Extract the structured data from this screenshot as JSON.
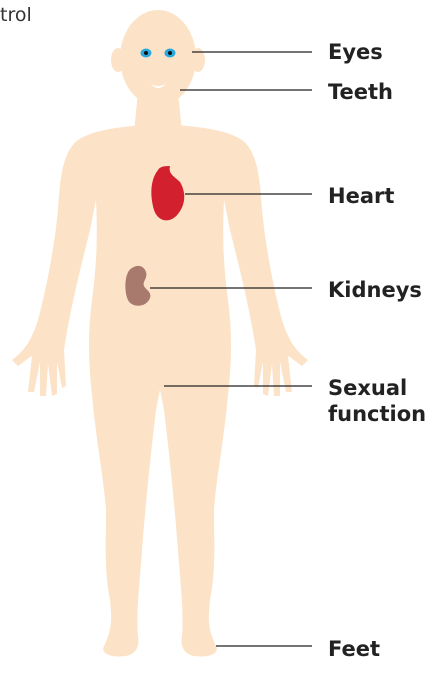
{
  "cropped_text": "trol",
  "labels": {
    "eyes": "Eyes",
    "teeth": "Teeth",
    "heart": "Heart",
    "kidneys": "Kidneys",
    "sexual_line1": "Sexual",
    "sexual_line2": "function",
    "feet": "Feet"
  },
  "colors": {
    "skin": "#fce3c7",
    "heart": "#d3202e",
    "kidney": "#a87a6e",
    "eye": "#2aa9e0",
    "leader": "#222222"
  }
}
